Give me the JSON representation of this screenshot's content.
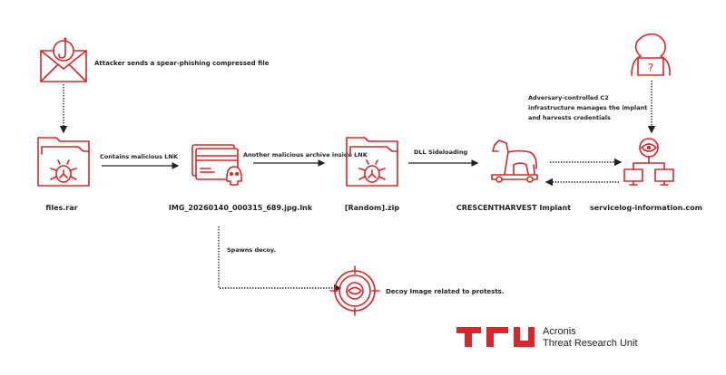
{
  "colors": {
    "accent": "#d8262c",
    "text": "#222222"
  },
  "steps": {
    "attacker_note": "Attacker sends a spear-phishing compressed file",
    "archive1": "files.rar",
    "edge1": "Contains malicious LNK",
    "lnk": "IMG_20260140_000315_689.jpg.lnk",
    "edge2": "Another malicious archive inside LNK",
    "archive2": "[Random].zip",
    "edge3": "DLL Sideloading",
    "implant": "CRESCENTHARVEST Implant",
    "c2": "servicelog-information.com",
    "c2_note": [
      "Adversary-controlled C2",
      "infrastructure manages the implant",
      "and harvests credentials"
    ],
    "spawn": "Spawns decoy.",
    "decoy": "Decoy Image related to protests."
  },
  "brand": {
    "line1": "Acronis",
    "line2": "Threat Research Unit",
    "logo_text": "TRU"
  },
  "icons": [
    "phishing-email-icon",
    "malware-folder-icon",
    "lnk-skull-icon",
    "trojan-horse-icon",
    "c2-network-icon",
    "hacker-icon",
    "target-eye-icon"
  ]
}
